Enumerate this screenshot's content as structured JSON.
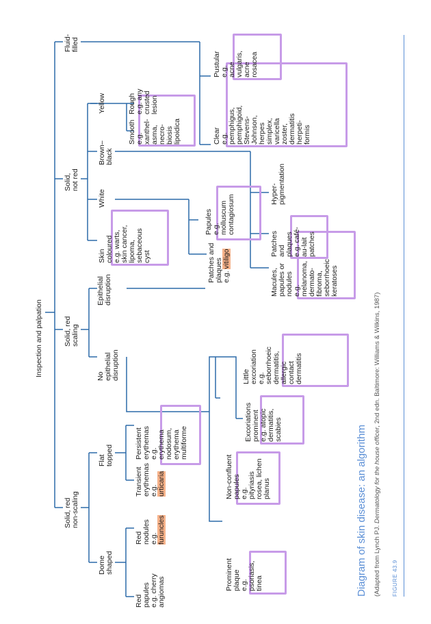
{
  "title": "Diagram of skin disease: an algorithm",
  "caption_prefix": "(Adapted from Lynch PJ. ",
  "caption_italic": "Dermatology for the house officer",
  "caption_suffix": ", 2nd edn. Baltimore: Williams & Wilkins, 1987)",
  "figure_label": "FIGURE 43.9",
  "colors": {
    "line": "#2b6aa8",
    "box": "#c79be8",
    "highlight": "#f6b28a",
    "title": "#5b8fd6"
  },
  "nodes": {
    "root": "Inspection and palpation",
    "solid_red_nonscaling": "Solid, red\nnon-scaling",
    "solid_red_scaling": "Solid, red\nscaling",
    "solid_not_red": "Solid,\nnot red",
    "fluid_filled": "Fluid-\nfilled",
    "dome_shaped": "Dome\nshaped",
    "flat_topped": "Flat\ntopped",
    "red_papules": "Red\npapules\ne.g. cherry\nangiomas",
    "red_nodules_pre": "Red\nnodules\ne.g.\n",
    "red_nodules_hl": "furuncles",
    "transient_pre": "Transient\nerythemas\ne.g.\n",
    "transient_hl": "urticaria",
    "persistent": "Persistent\nerythemas\ne.g.\nerythema\nnodosum,\nerythema\nmultiforme",
    "no_epithelial": "No\nepithelial\ndisruption",
    "epithelial": "Epithelial\ndisruption",
    "prominent_plaque": "Prominent\nplaque\ne.g.\npsoriasis,\ntinea",
    "nonconfluent": "Non-confluent\npapules\ne.g.\npityriasis\nrosea, lichen\nplanus",
    "excoriations": "Excoriations\nprominent\ne.g. atopic\ndermatitis,\nscabies",
    "little_excoriation": "Little\nexcoriation\ne.g.\nseborrhoeic\ndermatitis,\nallergic\ncontact\ndermatitis",
    "skin_coloured": "Skin\ncoloured\ne.g. warts,\nskin cancer,\nlipoma,\nsebaceous\ncyst",
    "white": "White",
    "brown_black": "Brown–\nblack",
    "yellow": "Yellow",
    "patches_white_pre": "Patches and\nplaques\ne.g. ",
    "patches_white_hl": "vitiligo",
    "papules_white": "Papules\ne.g.\nmolluscum\ncontagiosum",
    "macules_brown": "Macules,\npapules or\nnodules\ne.g.\nmelanoma,\ndermato-\nfibroma,\nseborrhoeic\nkeratoses",
    "patches_brown": "Patches\nand\nplaques\ne.g. café-\nau-lait\npatches",
    "hyperpigmentation": "Hyper-\npigmentation",
    "smooth": "Smooth\ne.g.\nxanthel-\nasma,\nnecro-\nbiosis\nlipoidica",
    "rough": "Rough\ne.g. any\ncrusted\nlesion",
    "clear": "Clear\ne.g.\npemphigus,\npemphigoid,\nStevens-\nJohnson,\nherpes\nsimplex,\nvaricella\nzoster,\ndermatitis\nherpeti-\nformis",
    "pustular": "Pustular\ne.g.\nacne\nvulgaris,\nacne\nrosacea"
  }
}
